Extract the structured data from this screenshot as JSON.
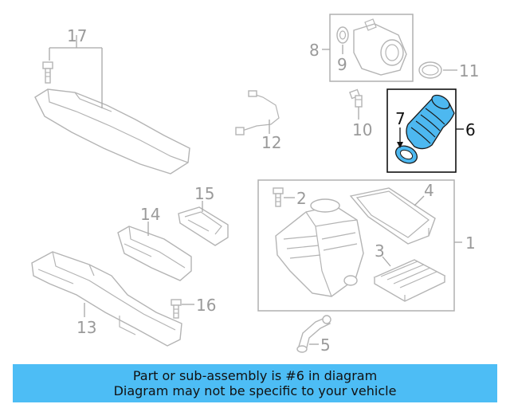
{
  "callouts": {
    "c1": "1",
    "c2": "2",
    "c3": "3",
    "c4": "4",
    "c5": "5",
    "c6": "6",
    "c7": "7",
    "c8": "8",
    "c9": "9",
    "c10": "10",
    "c11": "11",
    "c12": "12",
    "c13": "13",
    "c14": "14",
    "c15": "15",
    "c16": "16",
    "c17": "17"
  },
  "highlight": {
    "part_number": "6",
    "color": "#4db8f0"
  },
  "banner": {
    "line1": "Part or sub-assembly is #6 in diagram",
    "line2": "Diagram may not be specific to your vehicle",
    "color": "#4dbdf5"
  }
}
